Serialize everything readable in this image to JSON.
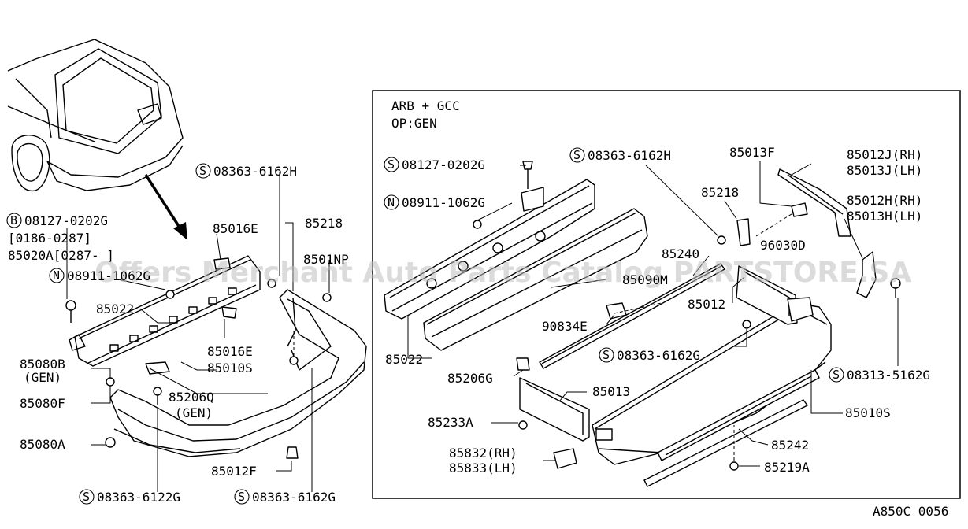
{
  "box_header": {
    "line1": "ARB + GCC",
    "line2": "OP:GEN"
  },
  "watermark": "Offers Merchant Auto Parts Catalog PARTSTORE.SA",
  "footer_code": "A850C 0056",
  "left_labels": {
    "s_08363_6162h": "08363-6162H",
    "b_08127_0202g": "08127-0202G",
    "date_0186_0287": "[0186-0287]",
    "p85020a": "85020A[0287- ]",
    "n_08911_1062g": "08911-1062G",
    "p85016e_top": "85016E",
    "p85218": "85218",
    "p8501np": "8501NP",
    "p85022": "85022",
    "p85016e_mid": "85016E",
    "p85010s": "85010S",
    "p85080b": "85080B",
    "gen_1": "(GEN)",
    "p85206q": "85206Q",
    "gen_2": "(GEN)",
    "p85080f": "85080F",
    "p85080a": "85080A",
    "p85012f": "85012F",
    "s_08363_6122g": "08363-6122G",
    "s_08363_6162g": "08363-6162G"
  },
  "box_labels": {
    "s_08127_0202g": "08127-0202G",
    "n_08911_1062g": "08911-1062G",
    "s_08363_6162h": "08363-6162H",
    "p85013f": "85013F",
    "p85012j": "85012J(RH)",
    "p85013j": "85013J(LH)",
    "p85218": "85218",
    "p85012h": "85012H(RH)",
    "p85013h": "85013H(LH)",
    "p96030d": "96030D",
    "p85240": "85240",
    "p85090m": "85090M",
    "p85012": "85012",
    "p90834e": "90834E",
    "p85022": "85022",
    "s_08363_6162g": "08363-6162G",
    "p85206g": "85206G",
    "p85013": "85013",
    "s_08313_5162g": "08313-5162G",
    "p85233a": "85233A",
    "p85010s": "85010S",
    "p85242": "85242",
    "p85832": "85832(RH)",
    "p85833": "85833(LH)",
    "p85219a": "85219A"
  },
  "prefix": {
    "s": "S",
    "n": "N",
    "b": "B"
  }
}
